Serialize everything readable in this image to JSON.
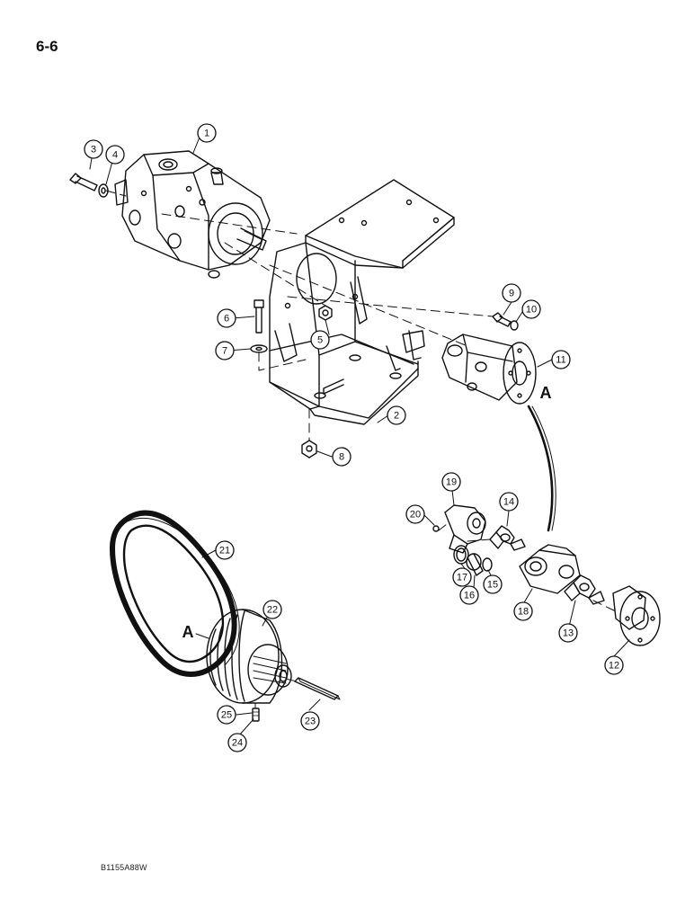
{
  "page_number": "6-6",
  "figure_code": "B1155A88W",
  "reference_letters": [
    "A",
    "A"
  ],
  "callouts": [
    {
      "label": "1"
    },
    {
      "label": "2"
    },
    {
      "label": "3"
    },
    {
      "label": "4"
    },
    {
      "label": "5"
    },
    {
      "label": "6"
    },
    {
      "label": "7"
    },
    {
      "label": "8"
    },
    {
      "label": "9"
    },
    {
      "label": "10"
    },
    {
      "label": "11"
    },
    {
      "label": "12"
    },
    {
      "label": "13"
    },
    {
      "label": "14"
    },
    {
      "label": "15"
    },
    {
      "label": "16"
    },
    {
      "label": "17"
    },
    {
      "label": "18"
    },
    {
      "label": "19"
    },
    {
      "label": "20"
    },
    {
      "label": "21"
    },
    {
      "label": "22"
    },
    {
      "label": "23"
    },
    {
      "label": "24"
    },
    {
      "label": "25"
    }
  ]
}
